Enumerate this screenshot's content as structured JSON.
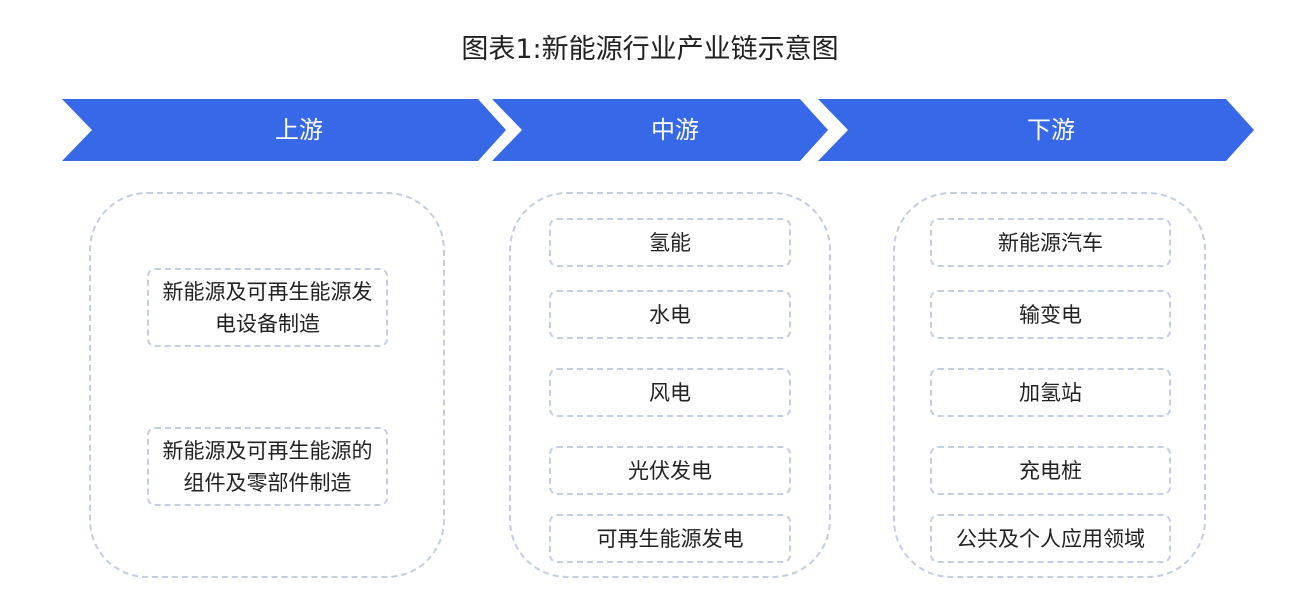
{
  "title": "图表1:新能源行业产业链示意图",
  "colors": {
    "arrow": "#3668E8",
    "dashed_border": "#C3CDE3",
    "label_text": "#FFFFFF",
    "body_text": "#222222"
  },
  "stages": [
    {
      "label": "上游",
      "items": [
        "新能源及可再生能源发电设备制造",
        "新能源及可再生能源的组件及零部件制造"
      ]
    },
    {
      "label": "中游",
      "items": [
        "氢能",
        "水电",
        "风电",
        "光伏发电",
        "可再生能源发电"
      ]
    },
    {
      "label": "下游",
      "items": [
        "新能源汽车",
        "输变电",
        "加氢站",
        "充电桩",
        "公共及个人应用领域"
      ]
    }
  ]
}
